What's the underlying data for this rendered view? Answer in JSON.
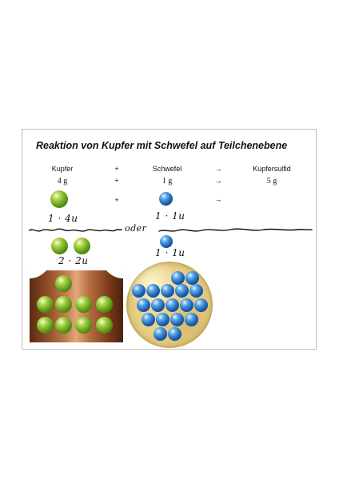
{
  "title": "Reaktion von Kupfer mit Schwefel auf Teilchenebene",
  "equation": {
    "reactant1": "Kupfer",
    "plus": "+",
    "reactant2": "Schwefel",
    "arrow": "→",
    "product": "Kupfersulfid"
  },
  "masses": {
    "reactant1": "4 g",
    "plus": "+",
    "reactant2": "1 g",
    "arrow": "→",
    "product": "5 g"
  },
  "particles_row": {
    "plus": "+",
    "arrow": "→"
  },
  "handwriting": {
    "cu_single": "1 · 4u",
    "s_single": "1 · 1u",
    "oder": "oder",
    "cu_double": "2 · 2u",
    "s_second": "1 · 1u"
  },
  "colors": {
    "copper_atom": "#6aa51e",
    "sulfur_atom": "#1a5fb0",
    "copper_metal": "#c07a4c",
    "sulfur_crystal": "#e7cf86"
  }
}
